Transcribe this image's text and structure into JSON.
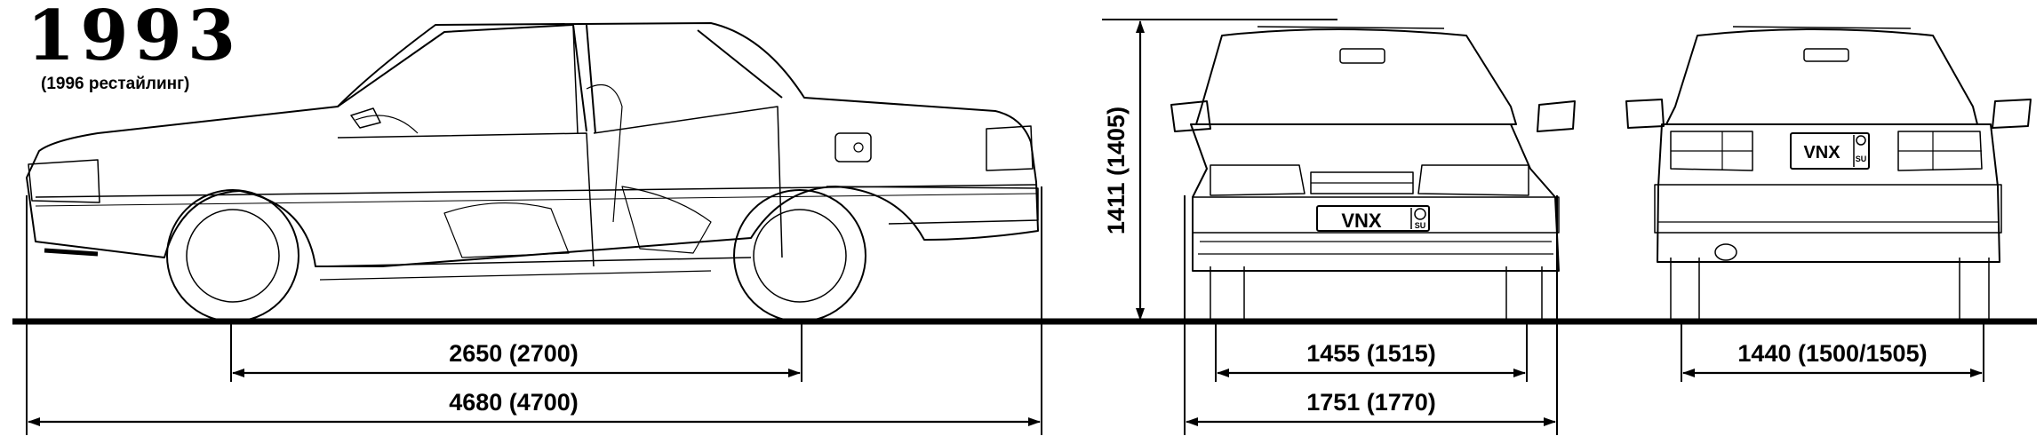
{
  "header": {
    "year": "1993",
    "subtitle": "(1996 рестайлинг)"
  },
  "dimensions": {
    "wheelbase": "2650 (2700)",
    "length": "4680 (4700)",
    "height": "1411 (1405)",
    "front_track": "1455 (1515)",
    "width": "1751 (1770)",
    "rear_track": "1440 (1500/1505)"
  },
  "plates": {
    "front_text": "VNX",
    "rear_text": "VNX",
    "country": "SU"
  },
  "views": [
    "side-view",
    "front-view",
    "rear-view"
  ]
}
